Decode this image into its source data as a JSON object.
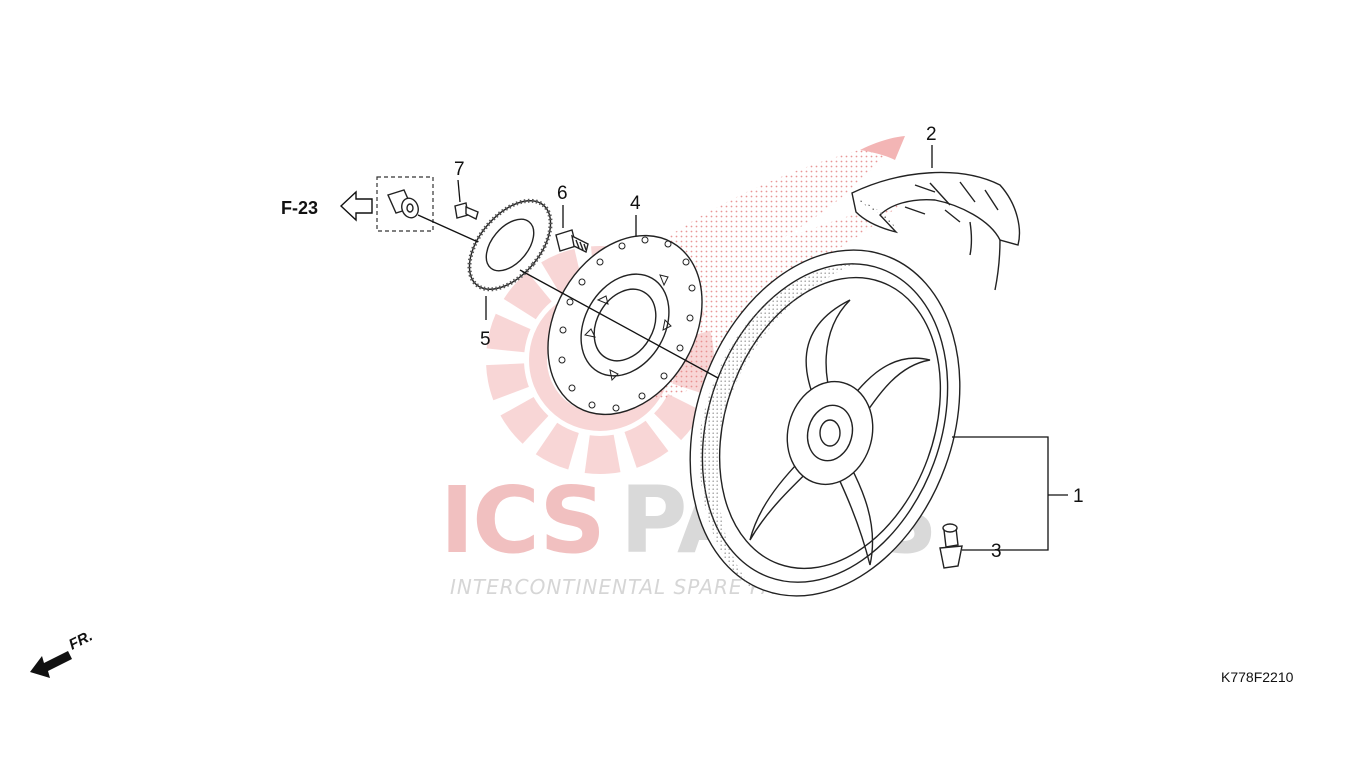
{
  "diagram": {
    "drawing_code": "K778F2210",
    "reference": "F-23",
    "front_indicator": "FR.",
    "callouts": [
      "1",
      "2",
      "3",
      "4",
      "5",
      "6",
      "7"
    ]
  },
  "watermark": {
    "brand_red": "ICS",
    "brand_grey": "PARTS",
    "tagline": "INTERCONTINENTAL SPARE PARTS",
    "colors": {
      "red": "#f3b5b5",
      "grey": "#d6d6d6"
    }
  }
}
